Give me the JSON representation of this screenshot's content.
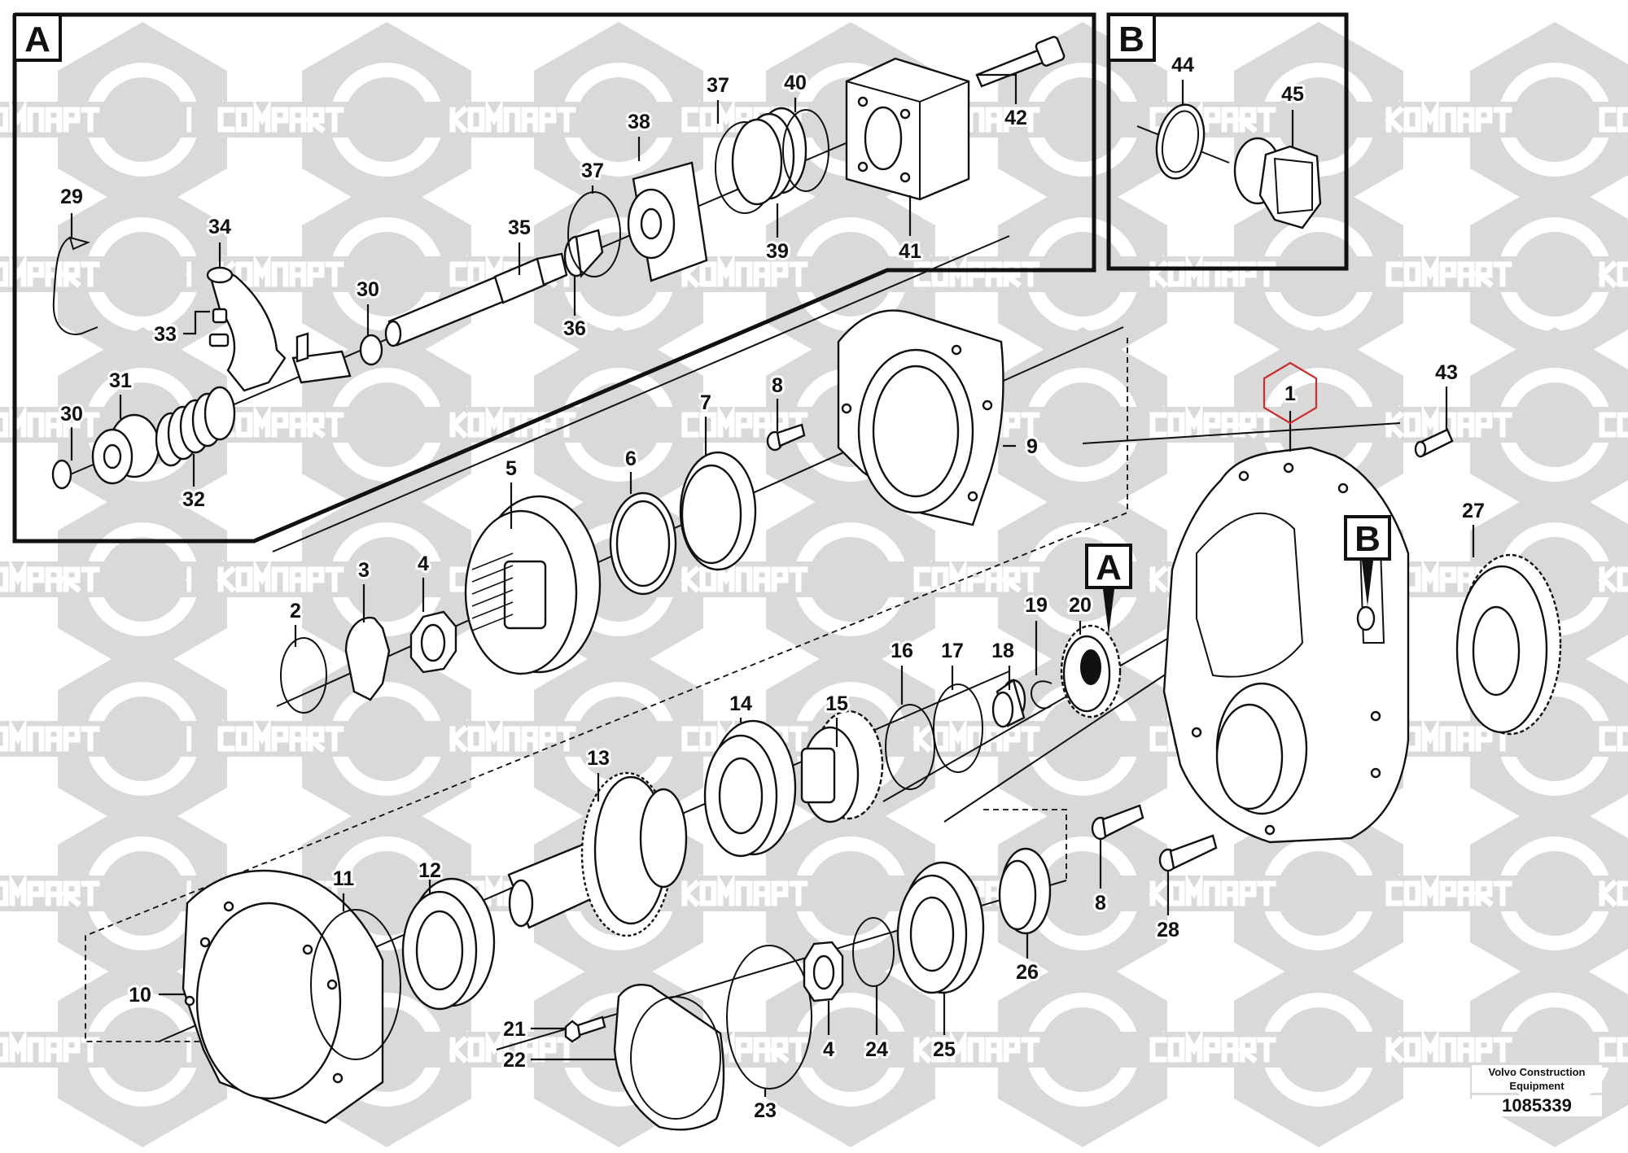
{
  "diagram": {
    "manufacturer": "Volvo Construction Equipment",
    "drawing_number": "1085339",
    "watermark": {
      "latin": "COMPART",
      "cyrillic": "КОМПАРТ",
      "color": "#d9d9d9"
    },
    "highlight_color": "#cc2b2b",
    "highlighted_part": "1",
    "insets": [
      {
        "id": "A",
        "label": "A",
        "callouts": [
          "29",
          "34",
          "33",
          "31",
          "30",
          "30",
          "32",
          "35",
          "36",
          "37",
          "37",
          "38",
          "39",
          "40",
          "41",
          "42"
        ]
      },
      {
        "id": "B",
        "label": "B",
        "callouts": [
          "44",
          "45"
        ]
      }
    ],
    "housing_refs": {
      "ref_a": "A",
      "ref_b": "B"
    },
    "callouts": {
      "c1": "1",
      "c2": "2",
      "c3": "3",
      "c4": "4",
      "c4b": "4",
      "c5": "5",
      "c6": "6",
      "c7": "7",
      "c8": "8",
      "c8b": "8",
      "c9": "9",
      "c10": "10",
      "c11": "11",
      "c12": "12",
      "c13": "13",
      "c14": "14",
      "c15": "15",
      "c16": "16",
      "c17": "17",
      "c18": "18",
      "c19": "19",
      "c20": "20",
      "c21": "21",
      "c22": "22",
      "c23": "23",
      "c24": "24",
      "c25": "25",
      "c26": "26",
      "c27": "27",
      "c28": "28",
      "c29": "29",
      "c30": "30",
      "c30b": "30",
      "c31": "31",
      "c32": "32",
      "c33": "33",
      "c34": "34",
      "c35": "35",
      "c36": "36",
      "c37": "37",
      "c37b": "37",
      "c38": "38",
      "c39": "39",
      "c40": "40",
      "c41": "41",
      "c42": "42",
      "c43": "43",
      "c44": "44",
      "c45": "45"
    }
  }
}
